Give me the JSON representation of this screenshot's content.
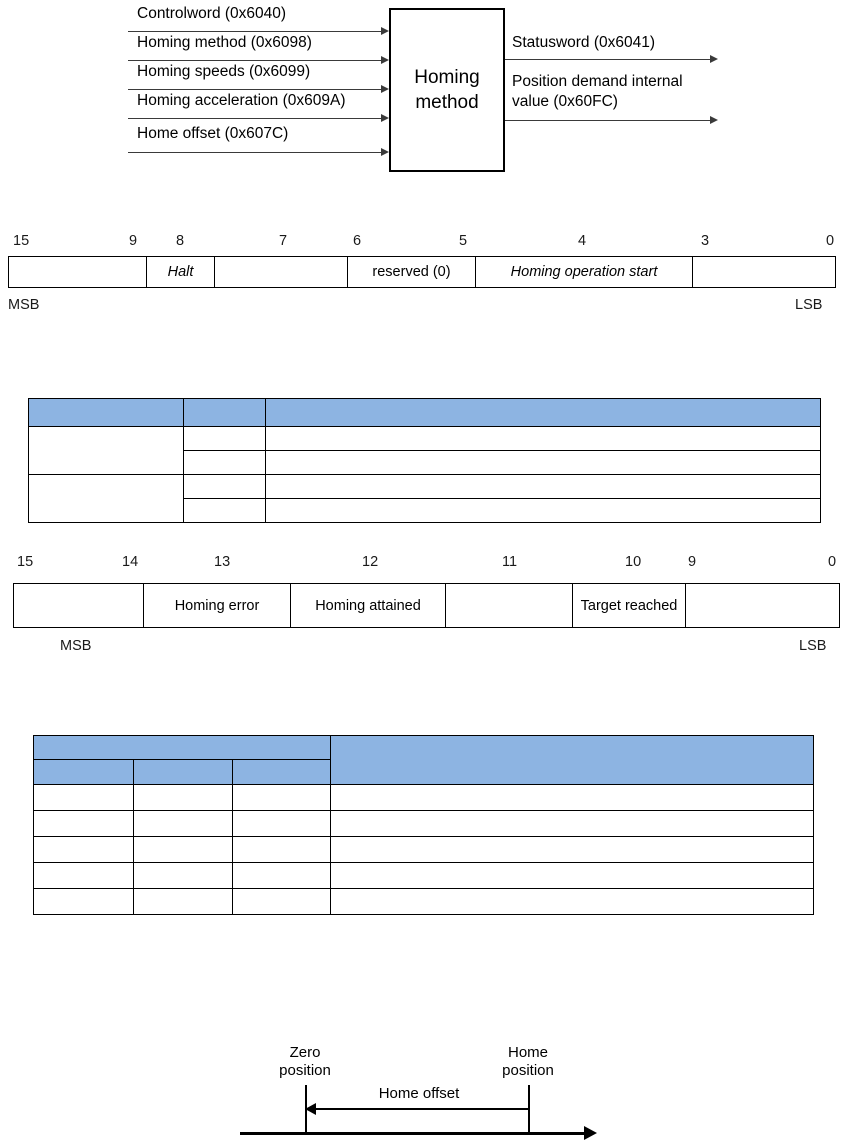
{
  "block_diagram": {
    "box_title_lines": [
      "Homing",
      "method"
    ],
    "inputs": [
      {
        "label": "Controlword (0x6040)"
      },
      {
        "label": "Homing method (0x6098)"
      },
      {
        "label": "Homing speeds (0x6099)"
      },
      {
        "label": "Homing acceleration (0x609A)"
      },
      {
        "label": "Home offset (0x607C)"
      }
    ],
    "outputs": [
      {
        "label": "Statusword (0x6041)"
      },
      {
        "label": "Position demand internal"
      },
      {
        "label": "value (0x60FC)"
      }
    ]
  },
  "controlword_bitfield": {
    "bit_numbers": [
      "15",
      "9",
      "8",
      "7",
      "6",
      "5",
      "4",
      "3",
      "0"
    ],
    "cells": [
      {
        "label": ""
      },
      {
        "label": "Halt"
      },
      {
        "label": ""
      },
      {
        "label": "reserved (0)"
      },
      {
        "label": "Homing operation start"
      },
      {
        "label": ""
      }
    ],
    "msb": "MSB",
    "lsb": "LSB"
  },
  "statusword_bitfield": {
    "bit_numbers": [
      "15",
      "14",
      "13",
      "12",
      "11",
      "10",
      "9",
      "0"
    ],
    "cells": [
      {
        "label": ""
      },
      {
        "label": "Homing error"
      },
      {
        "label": "Homing attained"
      },
      {
        "label": ""
      },
      {
        "label": "Target reached"
      },
      {
        "label": ""
      }
    ],
    "msb": "MSB",
    "lsb": "LSB"
  },
  "table_one": {
    "header": [
      "",
      "",
      ""
    ],
    "rows": [
      [
        "",
        "",
        ""
      ],
      [
        "",
        "",
        ""
      ],
      [
        "",
        "",
        ""
      ],
      [
        "",
        "",
        ""
      ]
    ]
  },
  "table_two": {
    "header_top": [
      "",
      ""
    ],
    "header_sub": [
      "",
      "",
      ""
    ],
    "rows": [
      [
        "",
        "",
        "",
        ""
      ],
      [
        "",
        "",
        "",
        ""
      ],
      [
        "",
        "",
        "",
        ""
      ],
      [
        "",
        "",
        "",
        ""
      ],
      [
        "",
        "",
        "",
        ""
      ]
    ]
  },
  "offset_diagram": {
    "zero_position_line1": "Zero",
    "zero_position_line2": "position",
    "home_position_line1": "Home",
    "home_position_line2": "position",
    "offset_label": "Home offset"
  },
  "colors": {
    "table_header_blue": "#8db4e2",
    "line_black": "#000000",
    "arrow_gray": "#3a3a3a"
  }
}
